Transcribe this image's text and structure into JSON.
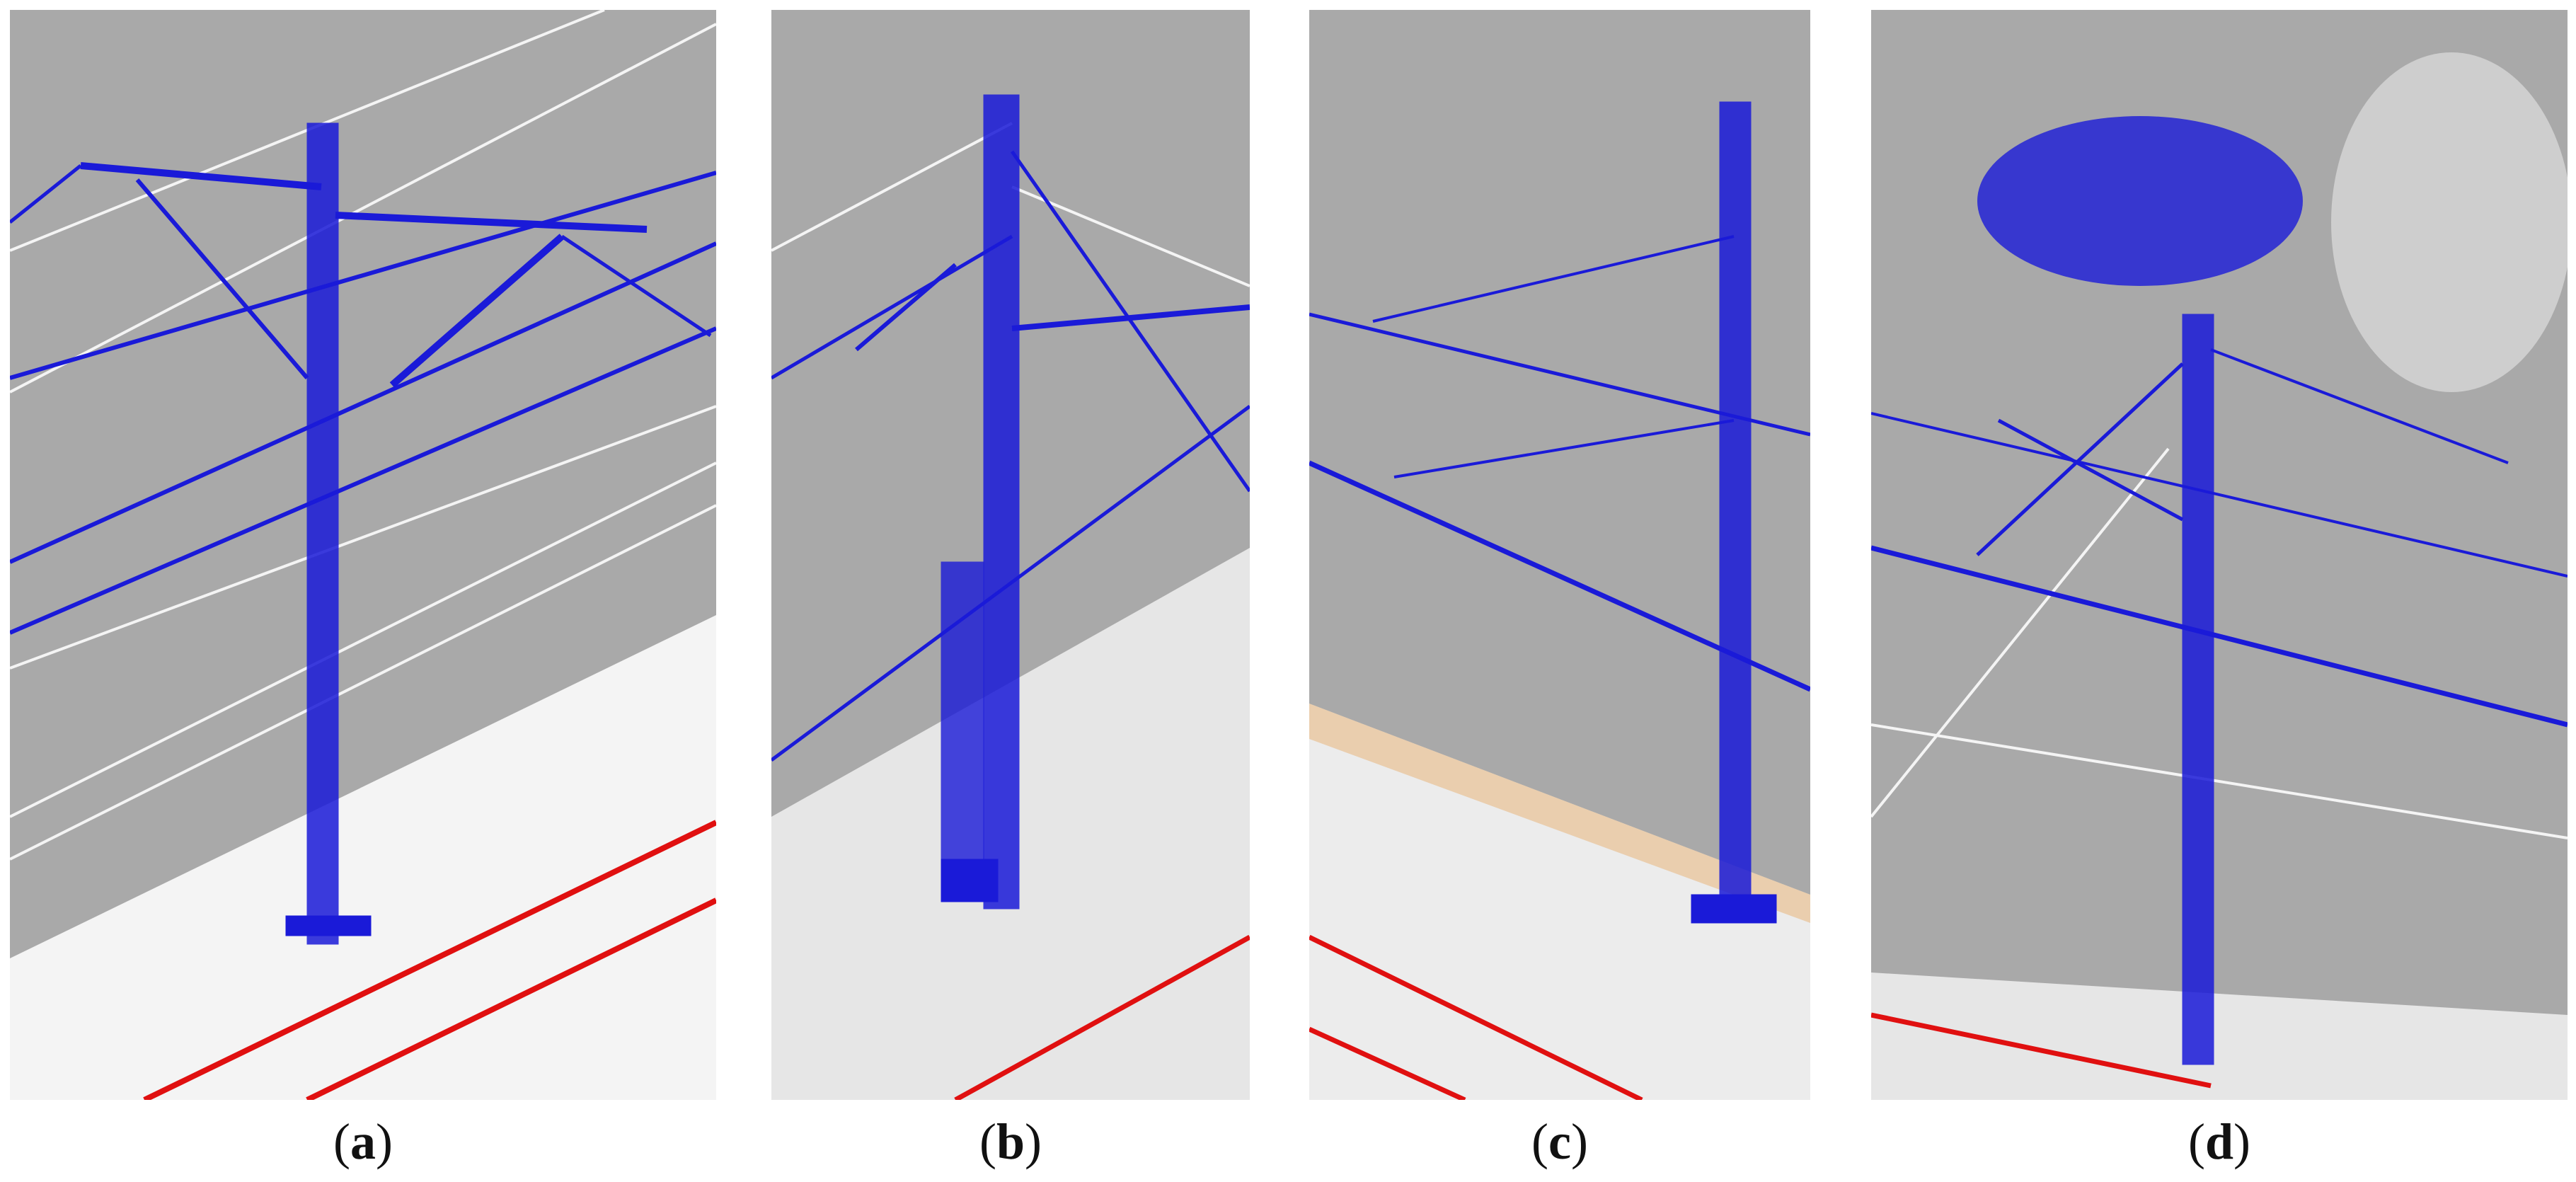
{
  "figure": {
    "panels": [
      {
        "id": "a",
        "open": "(",
        "letter": "a",
        "close": ")"
      },
      {
        "id": "b",
        "open": "(",
        "letter": "b",
        "close": ")"
      },
      {
        "id": "c",
        "open": "(",
        "letter": "c",
        "close": ")"
      },
      {
        "id": "d",
        "open": "(",
        "letter": "d",
        "close": ")"
      }
    ],
    "colors": {
      "background": "#a9a9a9",
      "pole_points": "#1a1ad8",
      "ground_points": "#f2f2f2",
      "rail_points": "#e01010",
      "wire_points": "#f5f5f5",
      "vegetation_points": "#e0a050"
    }
  }
}
